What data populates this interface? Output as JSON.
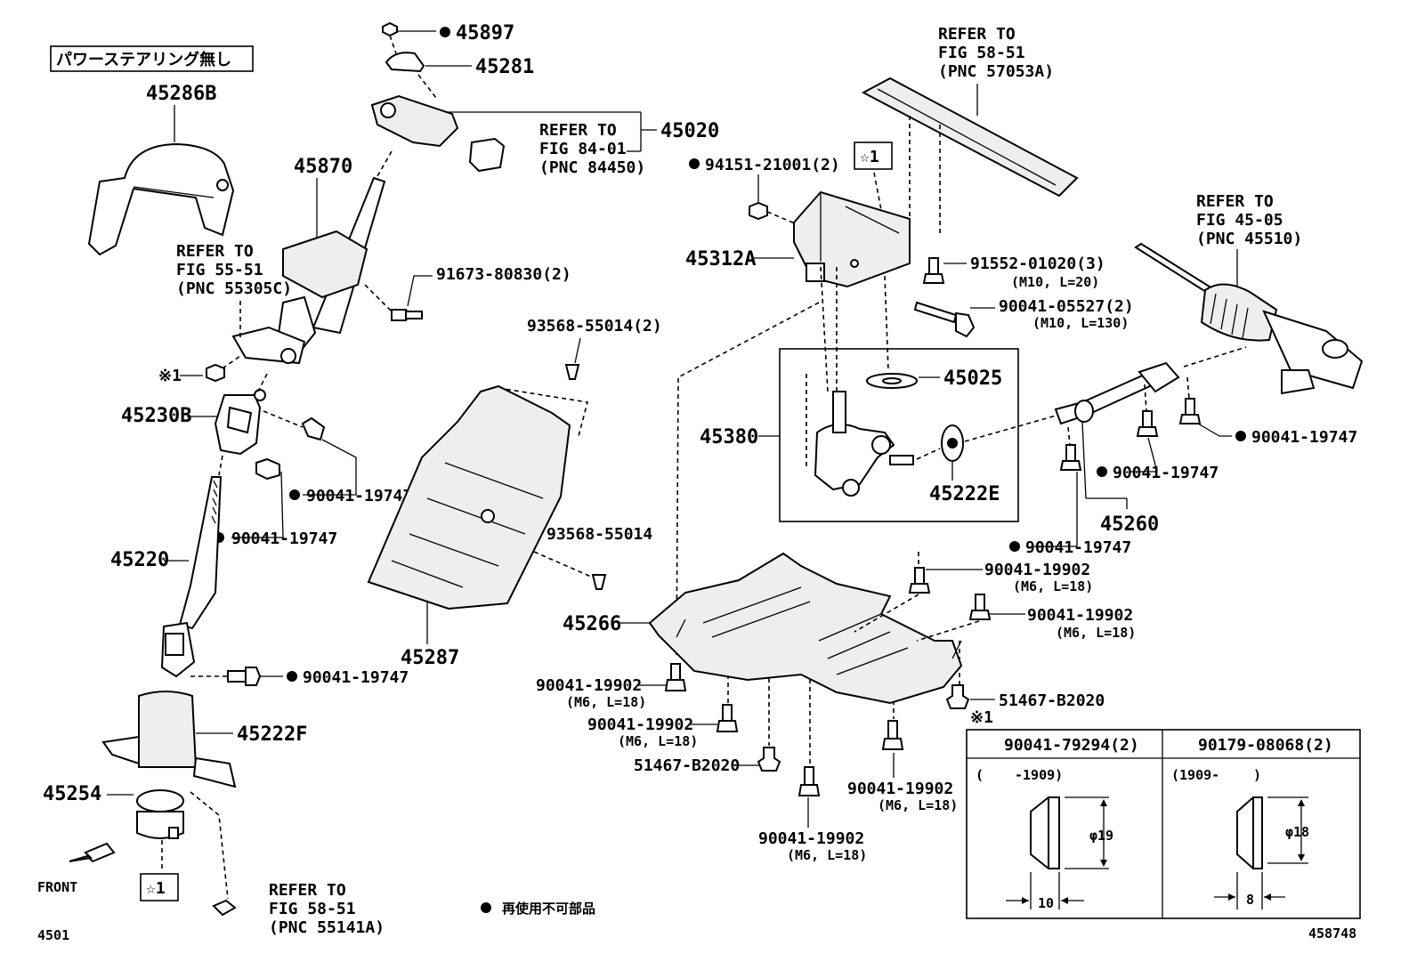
{
  "header": {
    "no_power_steering_note": "パワーステアリング無し"
  },
  "parts": {
    "p45897": "45897",
    "p45281": "45281",
    "p45020": "45020",
    "p45286b": "45286B",
    "p45870": "45870",
    "p45230b": "45230B",
    "p45220": "45220",
    "p45222f": "45222F",
    "p45254": "45254",
    "p45287": "45287",
    "p45312a": "45312A",
    "p45380": "45380",
    "p45025": "45025",
    "p45222e": "45222E",
    "p45260": "45260",
    "p45266": "45266",
    "bolt_91673": "91673-80830(2)",
    "clip_93568_2": "93568-55014(2)",
    "clip_93568": "93568-55014",
    "nut_94151": "94151-21001(2)",
    "bolt_91552": "91552-01020(3)",
    "bolt_91552_spec": "(M10, L=20)",
    "bolt_90041_05527": "90041-05527(2)",
    "bolt_90041_05527_spec": "(M10, L=130)",
    "bolt_19747_a": "90041-19747",
    "bolt_19747_b": "90041-19747",
    "bolt_19747_c": "90041-19747",
    "bolt_19747_d": "90041-19747",
    "bolt_19747_e": "90041-19747",
    "bolt_19747_f": "90041-19747",
    "bolt_19902_a": "90041-19902",
    "bolt_19902_a_spec": "(M6, L=18)",
    "bolt_19902_b": "90041-19902",
    "bolt_19902_b_spec": "(M6, L=18)",
    "bolt_19902_c": "90041-19902",
    "bolt_19902_c_spec": "(M6, L=18)",
    "bolt_19902_d": "90041-19902",
    "bolt_19902_d_spec": "(M6, L=18)",
    "bolt_19902_e": "90041-19902",
    "bolt_19902_e_spec": "(M6, L=18)",
    "bolt_19902_f": "90041-19902",
    "bolt_19902_f_spec": "(M6, L=18)",
    "clip_51467_a": "51467-B2020",
    "clip_51467_b": "51467-B2020",
    "marker_kome1_a": "※1",
    "marker_kome1_b": "※1",
    "marker_star1_a": "☆1",
    "marker_star1_b": "☆1"
  },
  "references": {
    "fig8401": {
      "line1": "REFER TO",
      "line2": "FIG 84-01",
      "line3": "(PNC 84450)"
    },
    "fig5551": {
      "line1": "REFER TO",
      "line2": "FIG 55-51",
      "line3": "(PNC 55305C)"
    },
    "fig5851_top": {
      "line1": "REFER TO",
      "line2": "FIG 58-51",
      "line3": "(PNC 57053A)"
    },
    "fig4505": {
      "line1": "REFER TO",
      "line2": "FIG 45-05",
      "line3": "(PNC 45510)"
    },
    "fig5851_bottom": {
      "line1": "REFER TO",
      "line2": "FIG 58-51",
      "line3": "(PNC 55141A)"
    }
  },
  "spec_table": {
    "col1_header": "90041-79294(2)",
    "col2_header": "90179-08068(2)",
    "col1_range_open": "(",
    "col1_range_date": "-1909)",
    "col2_range": "(1909-",
    "col2_range_close": ")",
    "col1_diameter": "φ19",
    "col1_length": "10",
    "col2_diameter": "φ18",
    "col2_length": "8"
  },
  "footer": {
    "front_label": "FRONT",
    "non_reusable_legend": "再使用不可部品",
    "fig_number": "4501",
    "illustration_number": "458748"
  }
}
